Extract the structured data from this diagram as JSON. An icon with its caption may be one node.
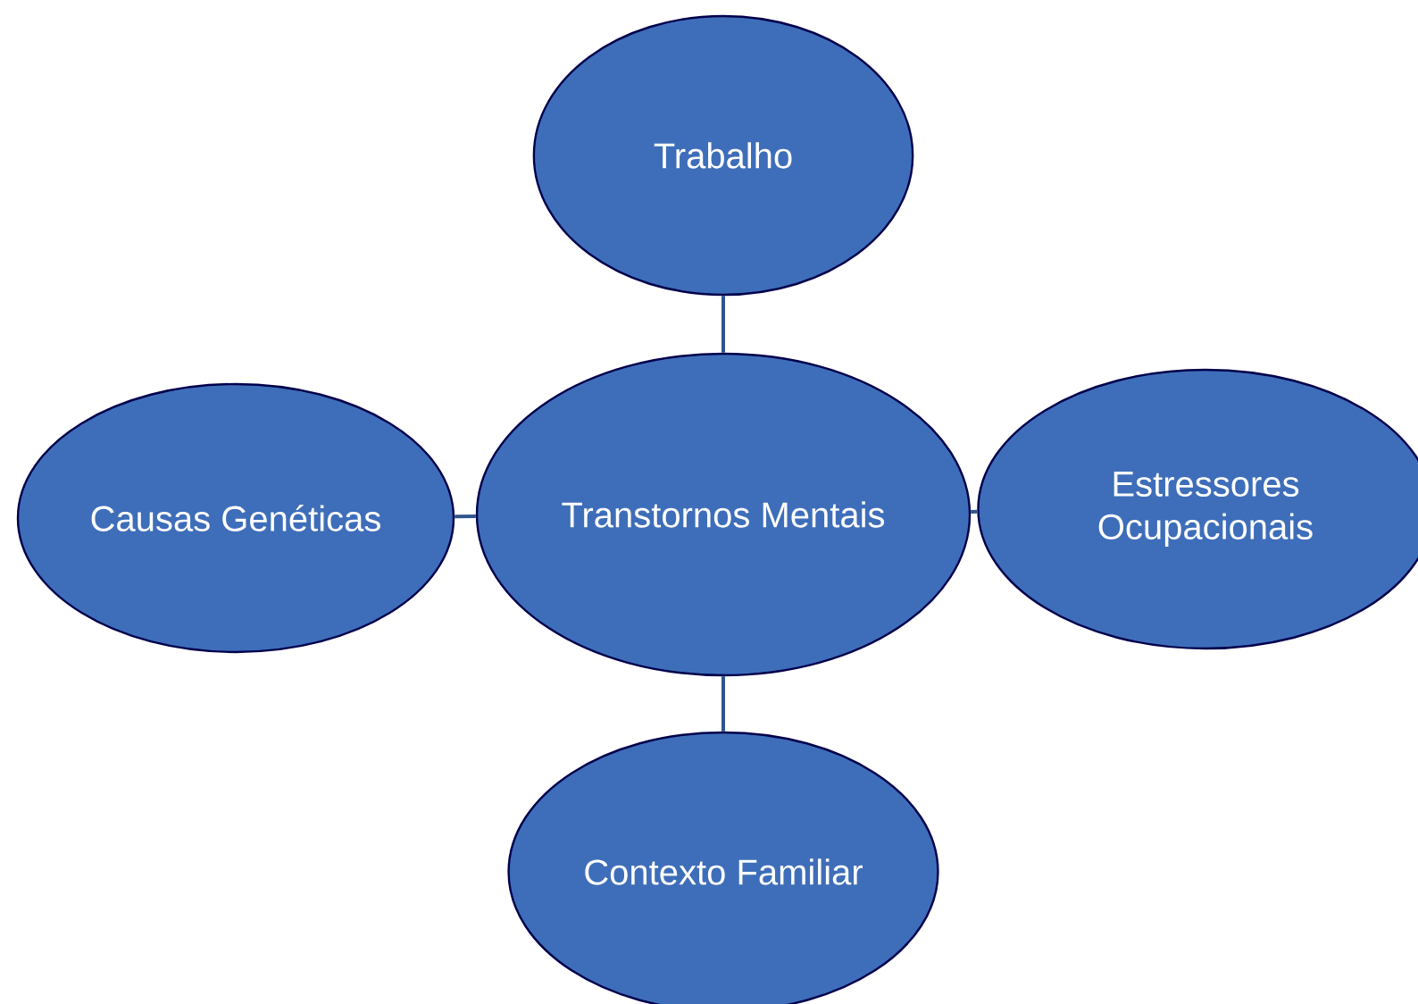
{
  "diagram": {
    "nodes": [
      {
        "text": [
          "Trabalho"
        ]
      },
      {
        "text": [
          "Causas Genéticas"
        ]
      },
      {
        "text": [
          "Transtornos Mentais"
        ]
      },
      {
        "text": [
          "Estressores Ocupacionais"
        ]
      },
      {
        "text": [
          "Contexto Familiar"
        ]
      }
    ],
    "edges": [
      {
        "from": 2,
        "to": 0,
        "arrow": "none"
      },
      {
        "from": 2,
        "to": 1,
        "arrow": "none"
      },
      {
        "from": 2,
        "to": 3,
        "arrow": "none"
      },
      {
        "from": 2,
        "to": 4,
        "arrow": "none"
      }
    ]
  }
}
